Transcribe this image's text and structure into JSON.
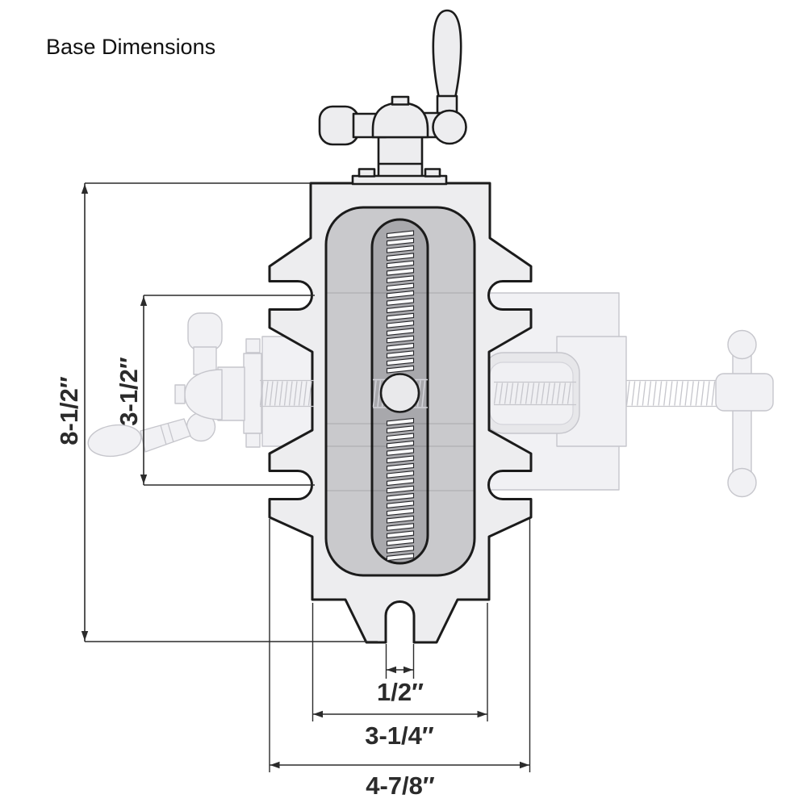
{
  "title": "Base Dimensions",
  "dimensions": {
    "overall_height": {
      "label": "8-1/2″",
      "orientation": "vertical"
    },
    "slot_spacing": {
      "label": "3-1/2″",
      "orientation": "vertical"
    },
    "slot_width": {
      "label": "1/2″",
      "orientation": "horizontal"
    },
    "inner_base_width": {
      "label": "3-1/4″",
      "orientation": "horizontal"
    },
    "overall_base_width": {
      "label": "4-7/8″",
      "orientation": "horizontal"
    }
  },
  "colors": {
    "background": "#ffffff",
    "outline": "#1b1b1b",
    "body-fill": "#ededef",
    "recess-fill": "#c9c9cc",
    "channel-fill": "#a8a8ac",
    "thread-fill": "#fbfbfc",
    "boss-fill": "#e9e9eb",
    "ghost-stroke": "#c6c6cc",
    "ghost-fill": "#f1f1f4",
    "dim-color": "#2b2b2b"
  }
}
